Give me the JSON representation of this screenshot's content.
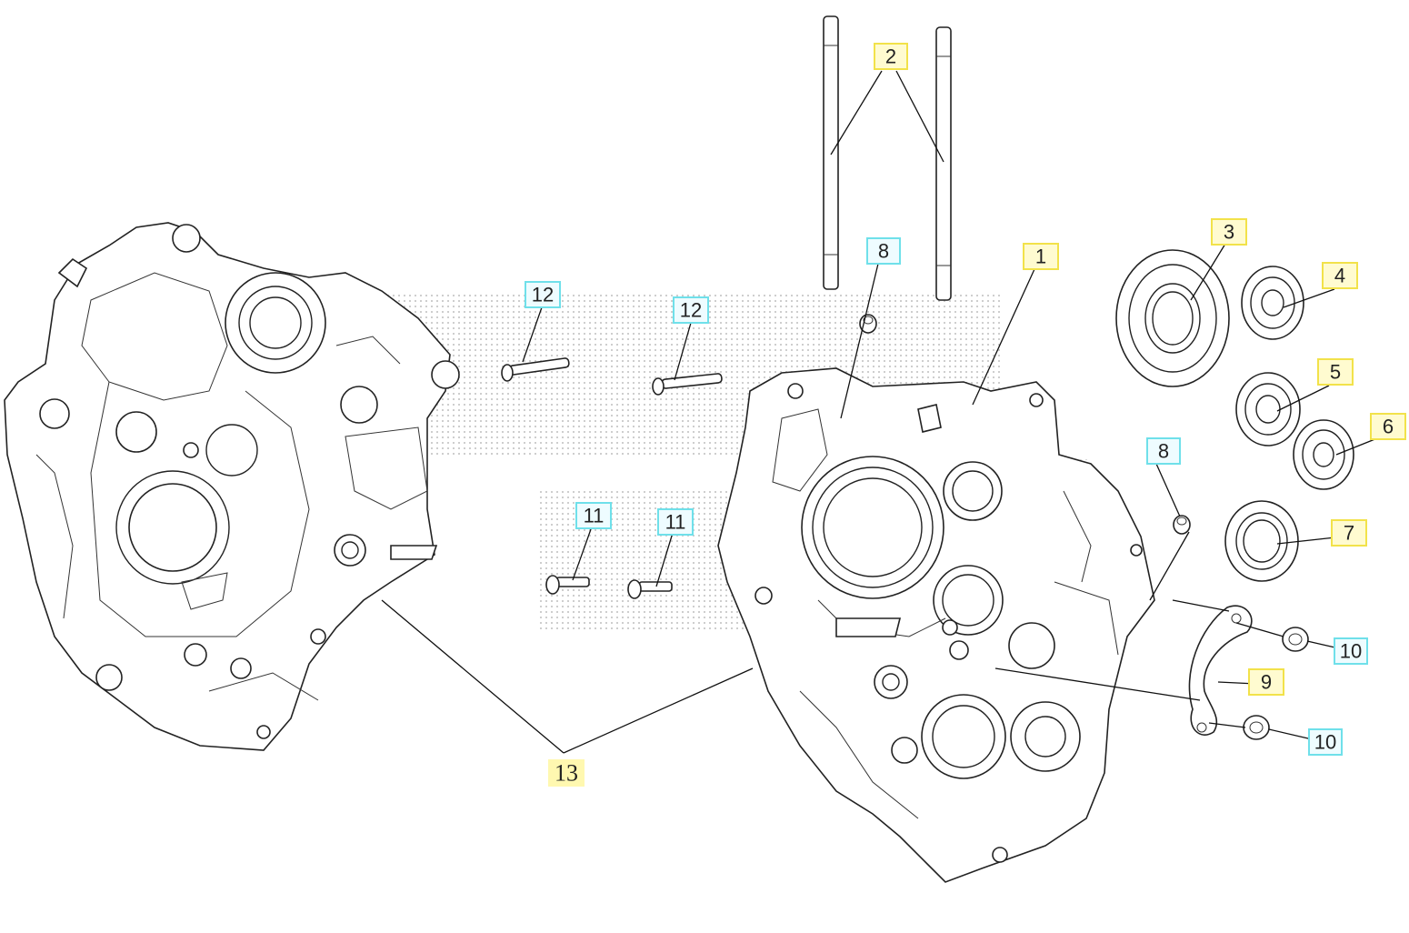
{
  "callouts": {
    "c1": "1",
    "c2": "2",
    "c3": "3",
    "c4": "4",
    "c5": "5",
    "c6": "6",
    "c7": "7",
    "c8a": "8",
    "c8b": "8",
    "c9": "9",
    "c10a": "10",
    "c10b": "10",
    "c11a": "11",
    "c11b": "11",
    "c12a": "12",
    "c12b": "12",
    "c13": "13"
  },
  "colors": {
    "tag_yellow_border": "#f2e24a",
    "tag_cyan_border": "#6fe0ea",
    "line": "#222222"
  }
}
